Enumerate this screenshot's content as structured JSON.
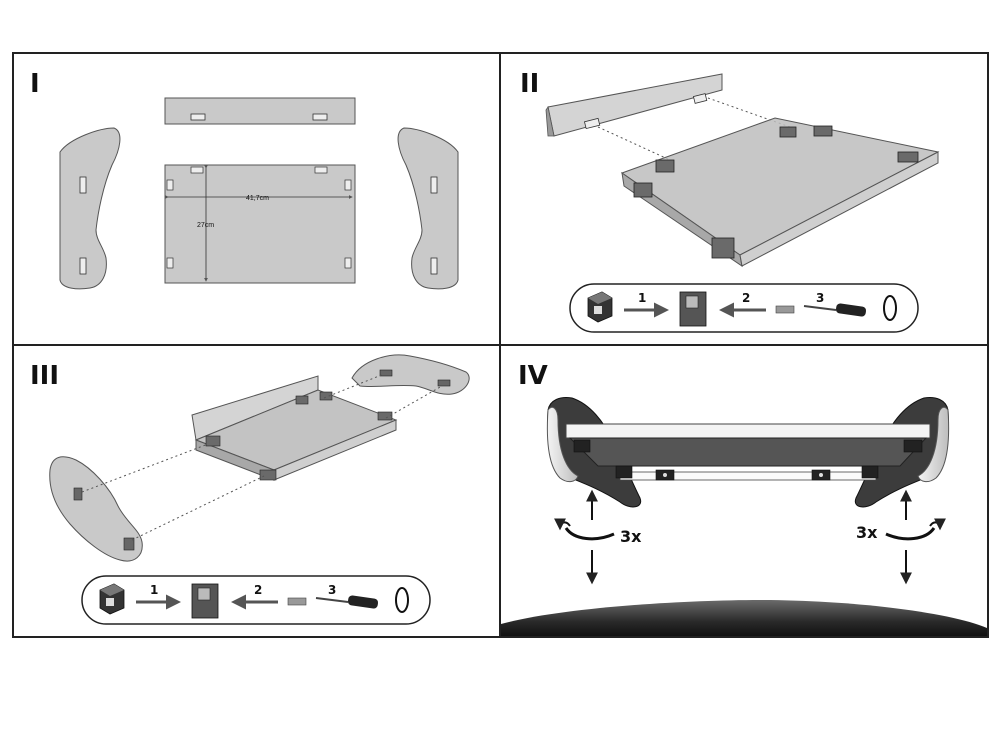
{
  "panels": {
    "p1": {
      "numeral": "I"
    },
    "p2": {
      "numeral": "II"
    },
    "p3": {
      "numeral": "III"
    },
    "p4": {
      "numeral": "IV"
    }
  },
  "dimensions": {
    "width": "41,7cm",
    "height": "27cm"
  },
  "steps": {
    "s1": "1",
    "s2": "2",
    "s3": "3"
  },
  "rotation": {
    "left": "3x",
    "right": "3x"
  },
  "colors": {
    "panel_fill": "#c9c9c9",
    "panel_stroke": "#555555",
    "glass_fill": "#bdbdbd",
    "dark": "#3c3c3c",
    "frame": "#222222"
  }
}
